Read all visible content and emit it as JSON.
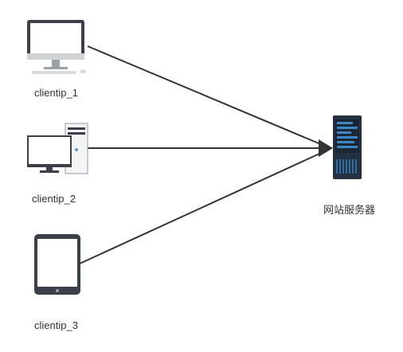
{
  "nodes": {
    "client_1": {
      "label": "clientip_1",
      "icon": "desktop-monitor-icon"
    },
    "client_2": {
      "label": "clientip_2",
      "icon": "desktop-tower-icon"
    },
    "client_3": {
      "label": "clientip_3",
      "icon": "tablet-icon"
    },
    "server": {
      "label": "网站服务器",
      "icon": "server-rack-icon"
    }
  },
  "edges": [
    {
      "from": "clientip_1",
      "to": "网站服务器"
    },
    {
      "from": "clientip_2",
      "to": "网站服务器"
    },
    {
      "from": "clientip_3",
      "to": "网站服务器"
    }
  ],
  "colors": {
    "edge": "#333333",
    "device_dark": "#3a3f4a",
    "server_body": "#22303f",
    "server_accent": "#3d86c6",
    "label": "#333333"
  }
}
